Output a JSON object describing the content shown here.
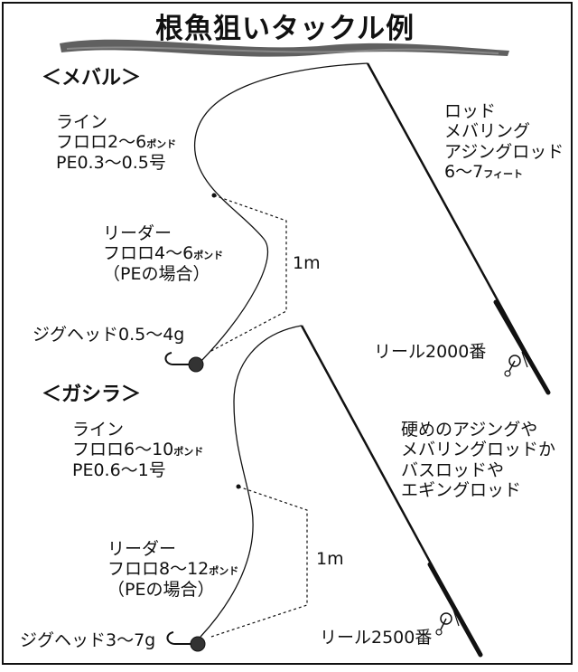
{
  "title": "根魚狙いタックル例",
  "mebaru": {
    "heading": "＜メバル＞",
    "line_title": "ライン",
    "line_fluoro_pre": "フロロ2～6",
    "line_fluoro_unit": "ポンド",
    "line_pe": "PE0.3～0.5号",
    "leader_title": "リーダー",
    "leader_fluoro_pre": "フロロ4～6",
    "leader_fluoro_unit": "ポンド",
    "leader_note": "（PEの場合）",
    "distance": "1m",
    "jighead": "ジグヘッド0.5～4g",
    "rod_title": "ロッド",
    "rod_line1": "メバリング",
    "rod_line2": "アジングロッド",
    "rod_len_pre": "6～7",
    "rod_len_unit": "フィート",
    "reel": "リール2000番"
  },
  "gashira": {
    "heading": "＜ガシラ＞",
    "line_title": "ライン",
    "line_fluoro_pre": "フロロ6～10",
    "line_fluoro_unit": "ポンド",
    "line_pe": "PE0.6～1号",
    "leader_title": "リーダー",
    "leader_fluoro_pre": "フロロ8～12",
    "leader_fluoro_unit": "ポンド",
    "leader_note": "（PEの場合）",
    "distance": "1m",
    "jighead": "ジグヘッド3～7g",
    "rod_note_1": "硬めのアジングや",
    "rod_note_2": "メバリングロッドか",
    "rod_note_3": "バスロッドや",
    "rod_note_4": "エギングロッド",
    "reel": "リール2500番"
  }
}
